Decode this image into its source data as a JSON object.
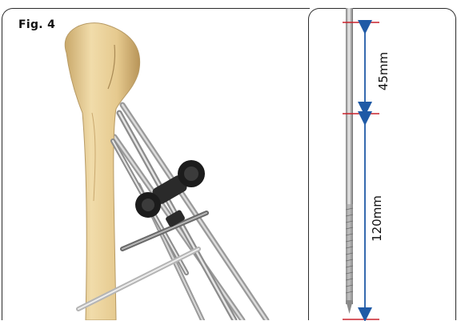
{
  "figure": {
    "label": "Fig. 4"
  },
  "dimensions": {
    "upper": "45mm",
    "lower": "120mm"
  },
  "colors": {
    "arrow": "#1f5aa6",
    "mark": "#c8202a",
    "bone": "#e7cf9a",
    "clamp": "#1c1c1c"
  }
}
